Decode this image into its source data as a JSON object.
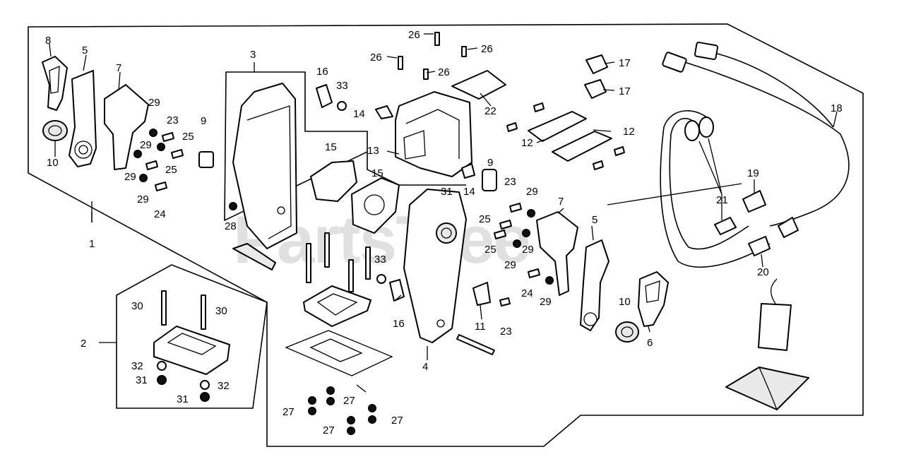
{
  "watermark": "PartsTree",
  "callouts": [
    "1",
    "2",
    "3",
    "4",
    "5",
    "6",
    "7",
    "8",
    "9",
    "10",
    "11",
    "12",
    "13",
    "14",
    "15",
    "16",
    "17",
    "18",
    "19",
    "20",
    "21",
    "22",
    "23",
    "24",
    "25",
    "26",
    "27",
    "28",
    "29",
    "30",
    "31",
    "32",
    "33"
  ]
}
